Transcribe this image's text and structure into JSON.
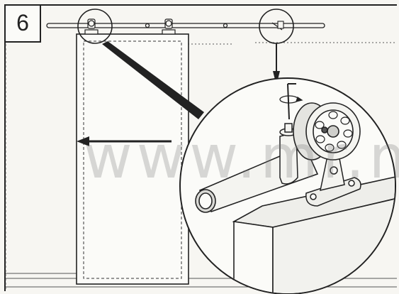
{
  "step": {
    "number": "6"
  },
  "watermark": {
    "text": "www.mr.m"
  },
  "icons": {
    "step_badge": "step-number-badge",
    "track_rail": "sliding-door-rail",
    "hanger": "door-hanger-bracket",
    "magnified_detail": "magnifier-detail-circle",
    "arrow": "slide-direction-arrow",
    "wheel": "roller-wheel",
    "allen_key": "allen-key-icon",
    "rotation_arrow": "rotate-arrow-icon"
  },
  "colors": {
    "line": "#222222",
    "paper": "#f7f6f2",
    "shade": "#bdbdbd",
    "watermark": "#888888"
  }
}
